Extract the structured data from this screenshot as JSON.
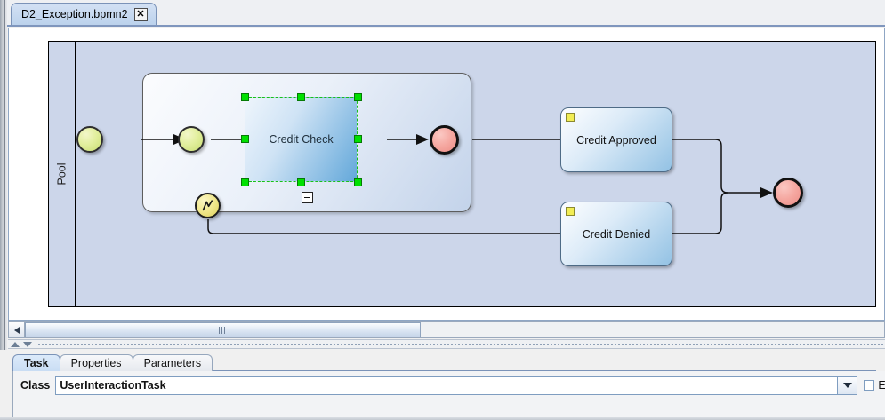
{
  "window": {
    "document_tab": {
      "label": "D2_Exception.bpmn2",
      "close_icon": "close-icon"
    }
  },
  "canvas": {
    "pool": {
      "label": "Pool"
    },
    "subprocess": {
      "collapse_marker": "collapse-minus-icon"
    },
    "nodes": [
      {
        "id": "start-outer",
        "type": "start-event",
        "label": ""
      },
      {
        "id": "start-inner",
        "type": "start-event",
        "label": ""
      },
      {
        "id": "credit-check",
        "type": "task",
        "label": "Credit Check",
        "selected": true
      },
      {
        "id": "end-inner",
        "type": "end-event",
        "label": ""
      },
      {
        "id": "error-boundary",
        "type": "boundary-event",
        "label": "",
        "icon": "error-bolt-icon"
      },
      {
        "id": "credit-approved",
        "type": "task",
        "label": "Credit Approved",
        "marker": "user-task-marker"
      },
      {
        "id": "credit-denied",
        "type": "task",
        "label": "Credit Denied",
        "marker": "user-task-marker"
      },
      {
        "id": "end-outer",
        "type": "end-event",
        "label": ""
      }
    ]
  },
  "scrollbar": {
    "left_button_icon": "scroll-left-icon",
    "grip_icon": "scroll-grip-icon"
  },
  "splitter": {
    "up_icon": "splitter-up-icon",
    "down_icon": "splitter-down-icon"
  },
  "properties": {
    "tabs": [
      {
        "label": "Task",
        "active": true
      },
      {
        "label": "Properties",
        "active": false
      },
      {
        "label": "Parameters",
        "active": false
      }
    ],
    "class_field": {
      "label": "Class",
      "value": "UserInteractionTask",
      "dropdown_icon": "chevron-down-icon"
    },
    "expression_checkbox": {
      "label": "Ex",
      "checked": false
    }
  },
  "colors": {
    "pool_fill": "#ccd6ea",
    "selection_green": "#00e000",
    "start_event": "#c8dd72",
    "end_event": "#ec8d86",
    "boundary_event": "#ddd05a",
    "task_marker": "#f2ed55",
    "tab_active": "#c9ddf4"
  }
}
